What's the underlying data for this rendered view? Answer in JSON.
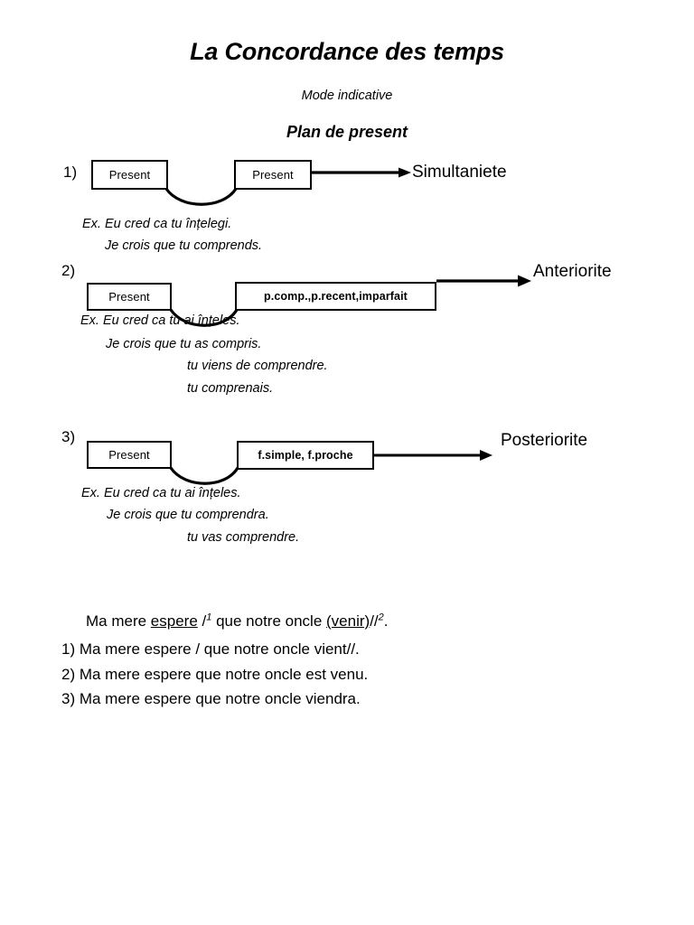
{
  "document": {
    "title": "La Concordance des temps",
    "subtitle": "Mode indicative",
    "section_title": "Plan de present"
  },
  "diagrams": [
    {
      "number": "1)",
      "box_left": "Present",
      "box_right": "Present",
      "result": "Simultaniete",
      "examples": [
        "Ex. Eu cred ca tu înțelegi.",
        "Je crois que tu comprends."
      ]
    },
    {
      "number": "2)",
      "box_left": "Present",
      "box_right": "p.comp.,p.recent,imparfait",
      "result": "Anteriorite",
      "examples": [
        "Ex. Eu cred ca tu ai înțeles.",
        "Je crois que tu as compris.",
        "tu viens de comprendre.",
        "tu comprenais."
      ]
    },
    {
      "number": "3)",
      "box_left": "Present",
      "box_right": "f.simple, f.proche",
      "result": "Posteriorite",
      "examples": [
        "Ex. Eu cred ca tu ai înțeles.",
        "Je crois que tu comprendra.",
        "tu vas comprendre."
      ]
    }
  ],
  "exercise": {
    "prompt": {
      "part1": "Ma mere ",
      "verb1": "espere",
      "part2": " /",
      "sup1": "1",
      "part3": " que notre oncle ",
      "verb2": "(venir)",
      "part4": "//",
      "sup2": "2",
      "part5": "."
    },
    "answers": [
      "1) Ma mere espere / que notre oncle vient//.",
      "2) Ma mere espere que notre oncle est venu.",
      "3) Ma mere espere que notre oncle viendra."
    ]
  },
  "colors": {
    "ink": "#000000",
    "paper": "#ffffff"
  }
}
